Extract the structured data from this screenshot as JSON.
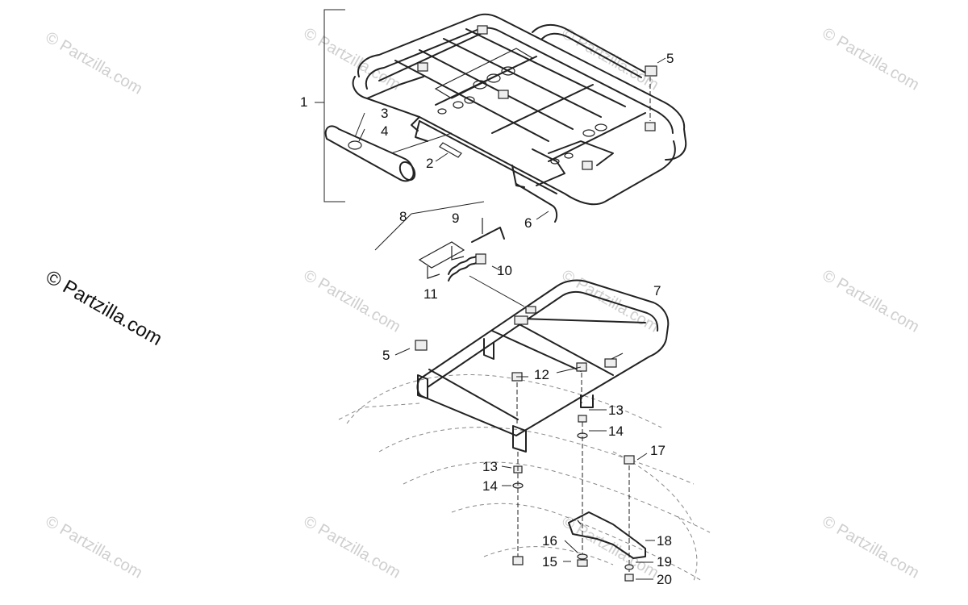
{
  "watermarks": {
    "main": "© Partzilla.com",
    "faint": "© Partzilla.com"
  },
  "callouts": {
    "c1": "1",
    "c2": "2",
    "c3": "3",
    "c4": "4",
    "c5a": "5",
    "c5b": "5",
    "c6": "6",
    "c7": "7",
    "c8": "8",
    "c9": "9",
    "c10": "10",
    "c11": "11",
    "c12": "12",
    "c13a": "13",
    "c13b": "13",
    "c14a": "14",
    "c14b": "14",
    "c15": "15",
    "c16": "16",
    "c17": "17",
    "c18": "18",
    "c19": "19",
    "c20": "20"
  }
}
